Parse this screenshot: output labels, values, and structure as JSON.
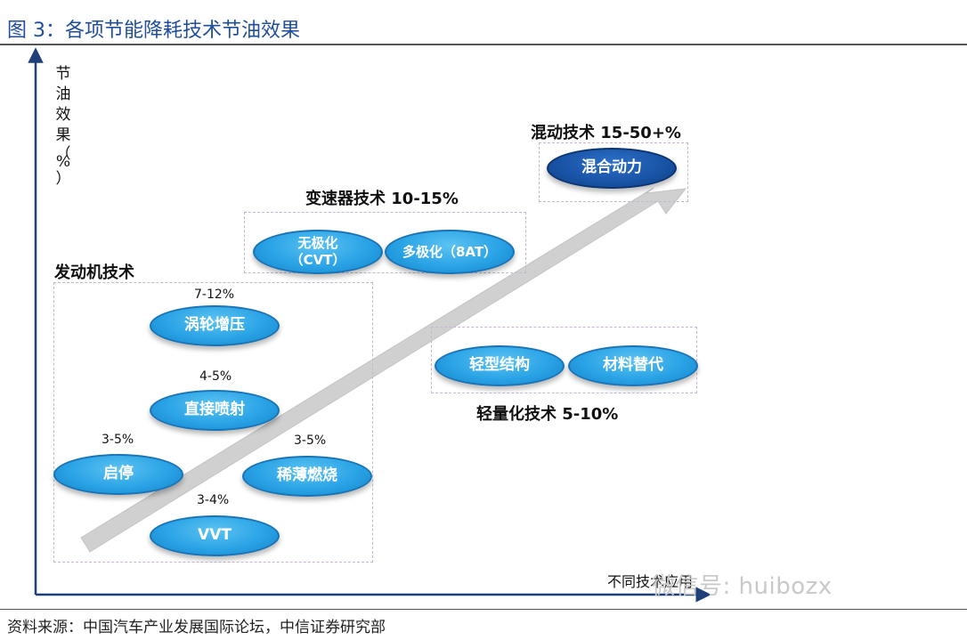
{
  "title": "图 3：各项节能降耗技术节油效果",
  "source": "资料来源：中国汽车产业发展国际论坛，中信证券研究部",
  "axes": {
    "y_label_chars": [
      "节",
      "油",
      "效",
      "果",
      "（",
      "%",
      "）"
    ],
    "x_label": "不同技术应用"
  },
  "groups": {
    "engine": {
      "label": "发动机技术"
    },
    "transmission": {
      "label": "变速器技术 10-15%"
    },
    "lightweight": {
      "label": "轻量化技术 5-10%"
    },
    "hybrid": {
      "label": "混动技术 15-50+%"
    }
  },
  "technologies": {
    "turbo": {
      "label": "涡轮增压",
      "pct": "7-12%"
    },
    "direct_injection": {
      "label": "直接喷射",
      "pct": "4-5%"
    },
    "start_stop": {
      "label": "启停",
      "pct": "3-5%"
    },
    "lean_burn": {
      "label": "稀薄燃烧",
      "pct": "3-5%"
    },
    "vvt": {
      "label": "VVT",
      "pct": "3-4%"
    },
    "cvt": {
      "label": "无极化\n（CVT）"
    },
    "multi_speed": {
      "label": "多极化（8AT）"
    },
    "light_structure": {
      "label": "轻型结构"
    },
    "material_sub": {
      "label": "材料替代"
    },
    "hybrid_power": {
      "label": "混合动力"
    }
  },
  "watermark": "微信号: huibozx",
  "colors": {
    "title": "#1f4e9a",
    "bubble": "#2aa3e6",
    "bubble_dark": "#1a55a8",
    "arrow": "#d0d0d0",
    "axis": "#1f3f78",
    "box_border": "#c6b6cc"
  }
}
